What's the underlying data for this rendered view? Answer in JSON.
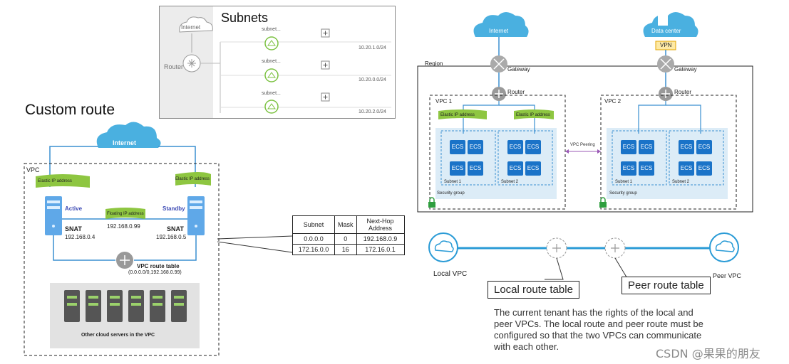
{
  "subnets_panel": {
    "title": "Subnets",
    "internet_label": "Internet",
    "router_label": "Router",
    "rows": [
      {
        "name": "subnet...",
        "cidr": "10.20.1.0/24"
      },
      {
        "name": "subnet...",
        "cidr": "10.20.0.0/24"
      },
      {
        "name": "subnet...",
        "cidr": "10.20.2.0/24"
      }
    ]
  },
  "custom_route": {
    "title": "Custom route",
    "internet_label": "Internet",
    "vpc_label": "VPC",
    "eip_left": "Elastic IP address",
    "eip_right": "Elastic IP address",
    "active": "Active",
    "standby": "Standby",
    "floating_ip": "Floating IP address",
    "floating_ip_value": "192.168.0.99",
    "snat_left": "SNAT",
    "snat_left_ip": "192.168.0.4",
    "snat_right": "SNAT",
    "snat_right_ip": "192.168.0.5",
    "route_table": "VPC route table",
    "route_table_value": "(0.0.0.0/0,192.168.0.99)",
    "servers_label": "Other cloud servers in the VPC"
  },
  "route_table": {
    "headers": [
      "Subnet",
      "Mask",
      "Next-Hop Address"
    ],
    "rows": [
      [
        "0.0.0.0",
        "0",
        "192.168.0.9"
      ],
      [
        "172.16.0.0",
        "16",
        "172.16.0.1"
      ]
    ]
  },
  "peering": {
    "internet_label": "Internet",
    "datacenter_label": "Data center",
    "vpn_label": "VPN",
    "region_label": "Region",
    "gateway_left": "Gateway",
    "gateway_right": "Gateway",
    "router_left": "Router",
    "router_right": "Router",
    "vpc1": "VPC 1",
    "vpc2": "VPC 2",
    "eip1": "Elastic IP address",
    "eip2": "Elastic IP address",
    "ecs_label": "ECS",
    "vpc_peering": "VPC Peering",
    "subnet1": "Subnet 1",
    "subnet2": "Subnet 2",
    "security_group": "Security group"
  },
  "local_peer": {
    "local_vpc": "Local VPC",
    "peer_vpc": "Peer VPC",
    "local_route_table": "Local route table",
    "peer_route_table": "Peer route table",
    "description": "The current tenant has the rights of the local and peer VPCs. The local route and peer route must be configured so that the two VPCs can communicate with each other."
  },
  "watermark": "CSDN @果果的朋友",
  "colors": {
    "cloud": "#4ab0e0",
    "link": "#3a8fd0",
    "ecs": "#1a73c8",
    "subnet_bg": "#dcecf7",
    "eip_green": "#8ec641",
    "peering_line": "#9b59b6",
    "security_green": "#2e9e3e"
  }
}
